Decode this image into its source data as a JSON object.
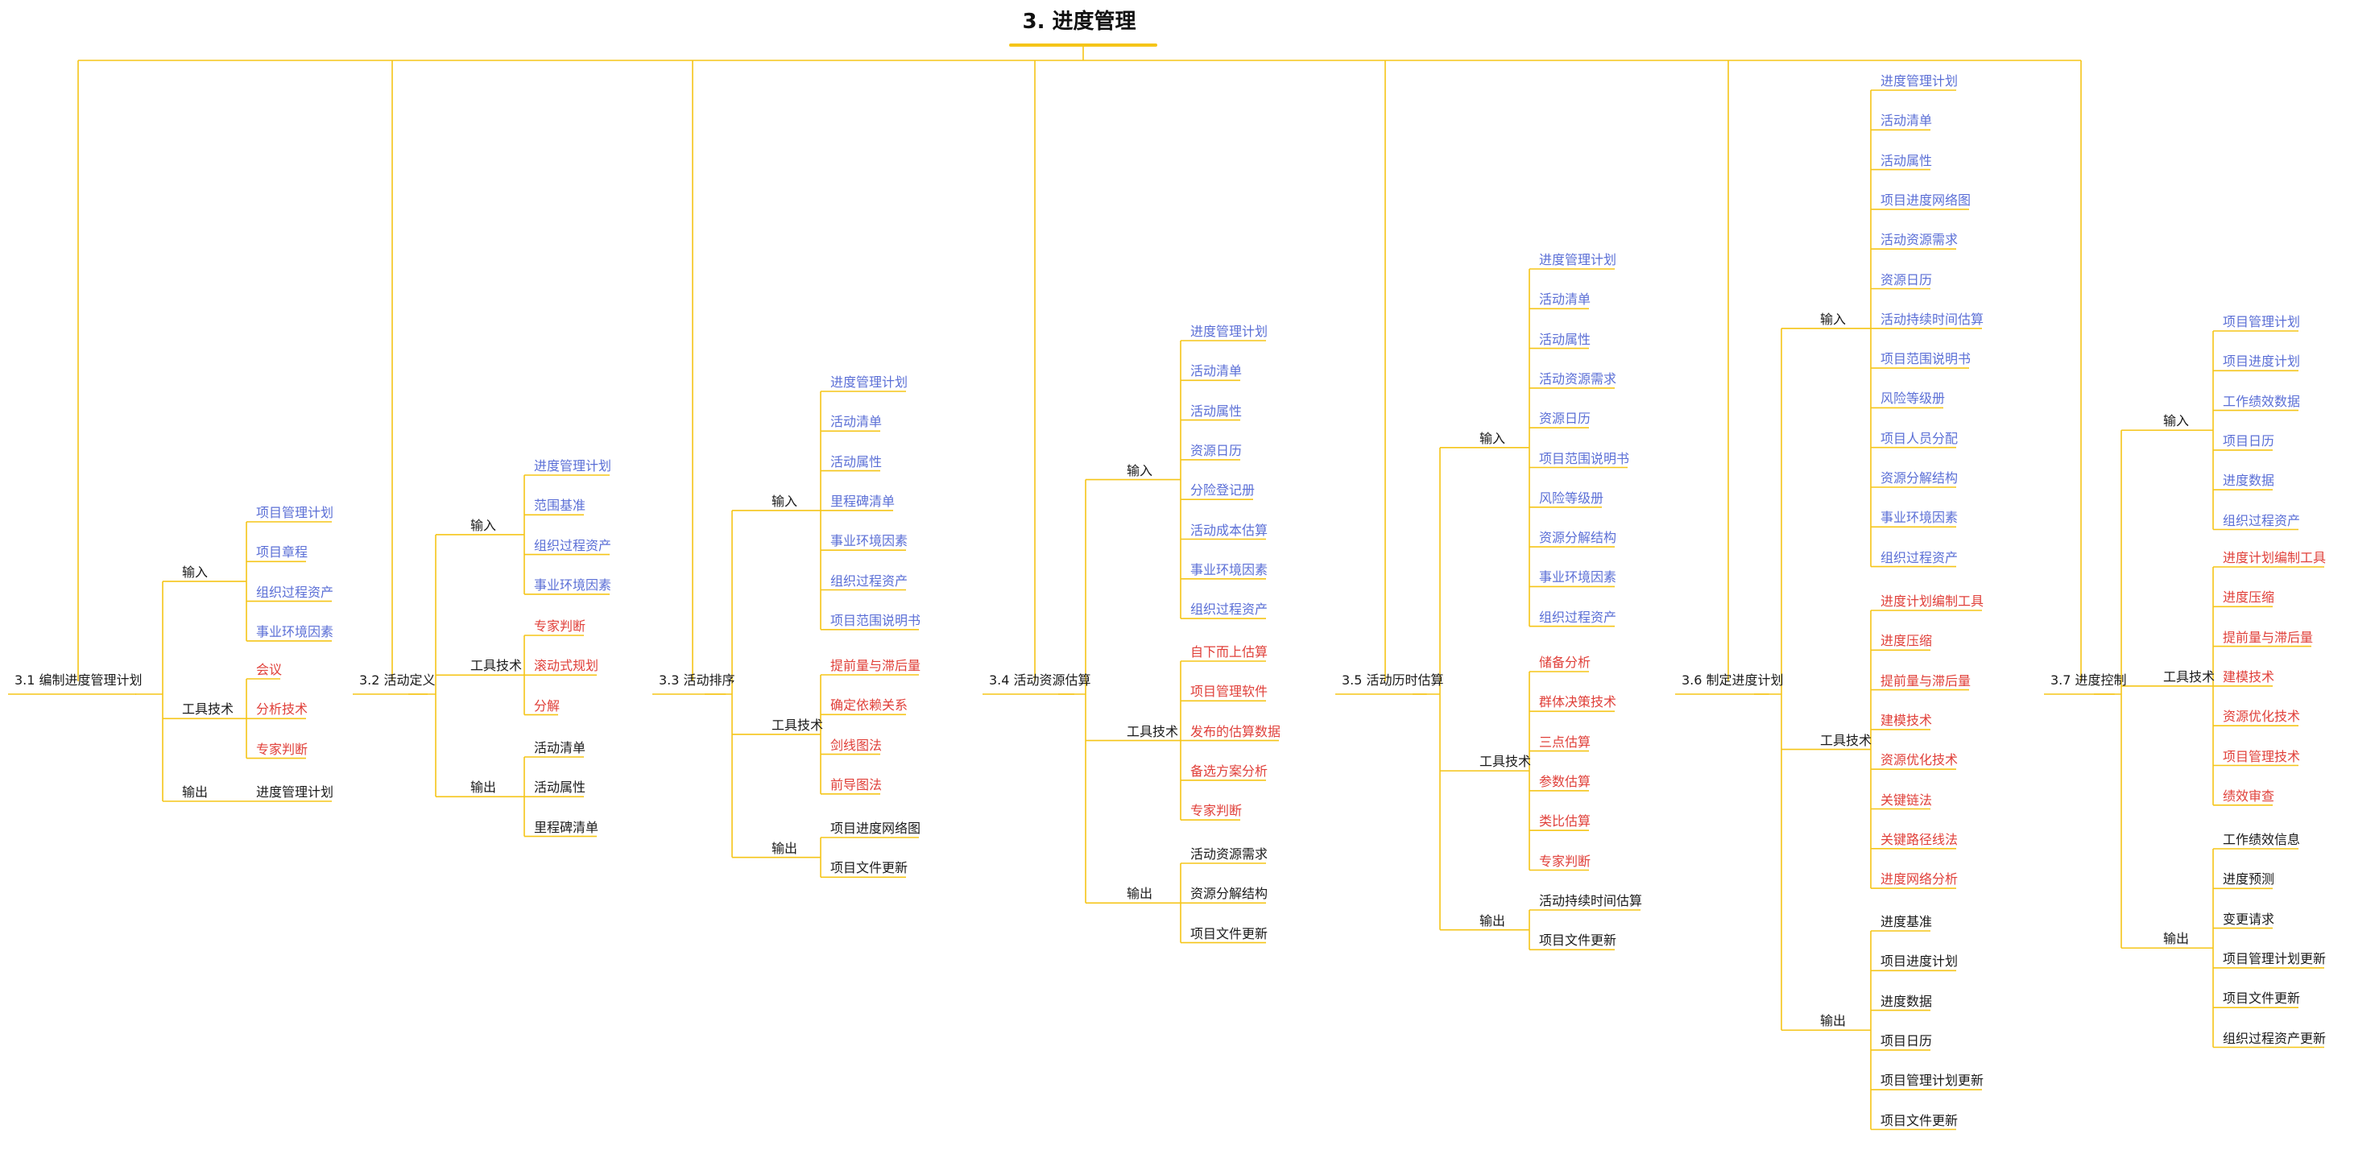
{
  "title": "3. 进度管理",
  "colors": {
    "line": "#f5c518",
    "input": "#5b6fd6",
    "tool": "#e0403a",
    "output": "#1a1a1a"
  },
  "sections": [
    {
      "label": "3.1 编制进度管理计划",
      "inputs": [
        "项目管理计划",
        "项目章程",
        "组织过程资产",
        "事业环境因素"
      ],
      "tools": [
        "会议",
        "分析技术",
        "专家判断"
      ],
      "outputs": [
        "进度管理计划"
      ]
    },
    {
      "label": "3.2 活动定义",
      "inputs": [
        "进度管理计划",
        "范围基准",
        "组织过程资产",
        "事业环境因素"
      ],
      "tools": [
        "专家判断",
        "滚动式规划",
        "分解"
      ],
      "outputs": [
        "活动清单",
        "活动属性",
        "里程碑清单"
      ]
    },
    {
      "label": "3.3 活动排序",
      "inputs": [
        "进度管理计划",
        "活动清单",
        "活动属性",
        "里程碑清单",
        "事业环境因素",
        "组织过程资产",
        "项目范围说明书"
      ],
      "tools": [
        "提前量与滞后量",
        "确定依赖关系",
        "剑线图法",
        "前导图法"
      ],
      "outputs": [
        "项目进度网络图",
        "项目文件更新"
      ]
    },
    {
      "label": "3.4 活动资源估算",
      "inputs": [
        "进度管理计划",
        "活动清单",
        "活动属性",
        "资源日历",
        "分险登记册",
        "活动成本估算",
        "事业环境因素",
        "组织过程资产"
      ],
      "tools": [
        "自下而上估算",
        "项目管理软件",
        "发布的估算数据",
        "备选方案分析",
        "专家判断"
      ],
      "outputs": [
        "活动资源需求",
        "资源分解结构",
        "项目文件更新"
      ]
    },
    {
      "label": "3.5 活动历时估算",
      "inputs": [
        "进度管理计划",
        "活动清单",
        "活动属性",
        "活动资源需求",
        "资源日历",
        "项目范围说明书",
        "风险等级册",
        "资源分解结构",
        "事业环境因素",
        "组织过程资产"
      ],
      "tools": [
        "储备分析",
        "群体决策技术",
        "三点估算",
        "参数估算",
        "类比估算",
        "专家判断"
      ],
      "outputs": [
        "活动持续时间估算",
        "项目文件更新"
      ]
    },
    {
      "label": "3.6 制定进度计划",
      "inputs": [
        "进度管理计划",
        "活动清单",
        "活动属性",
        "项目进度网络图",
        "活动资源需求",
        "资源日历",
        "活动持续时间估算",
        "项目范围说明书",
        "风险等级册",
        "项目人员分配",
        "资源分解结构",
        "事业环境因素",
        "组织过程资产"
      ],
      "tools": [
        "进度计划编制工具",
        "进度压缩",
        "提前量与滞后量",
        "建模技术",
        "资源优化技术",
        "关键链法",
        "关键路径线法",
        "进度网络分析"
      ],
      "outputs": [
        "进度基准",
        "项目进度计划",
        "进度数据",
        "项目日历",
        "项目管理计划更新",
        "项目文件更新"
      ]
    },
    {
      "label": "3.7 进度控制",
      "inputs": [
        "项目管理计划",
        "项目进度计划",
        "工作绩效数据",
        "项目日历",
        "进度数据",
        "组织过程资产"
      ],
      "tools": [
        "进度计划编制工具",
        "进度压缩",
        "提前量与滞后量",
        "建模技术",
        "资源优化技术",
        "项目管理技术",
        "绩效审查"
      ],
      "outputs": [
        "工作绩效信息",
        "进度预测",
        "变更请求",
        "项目管理计划更新",
        "项目文件更新",
        "组织过程资产更新"
      ]
    }
  ],
  "categories": {
    "inputs": "输入",
    "tools": "工具技术",
    "outputs": "输出"
  }
}
